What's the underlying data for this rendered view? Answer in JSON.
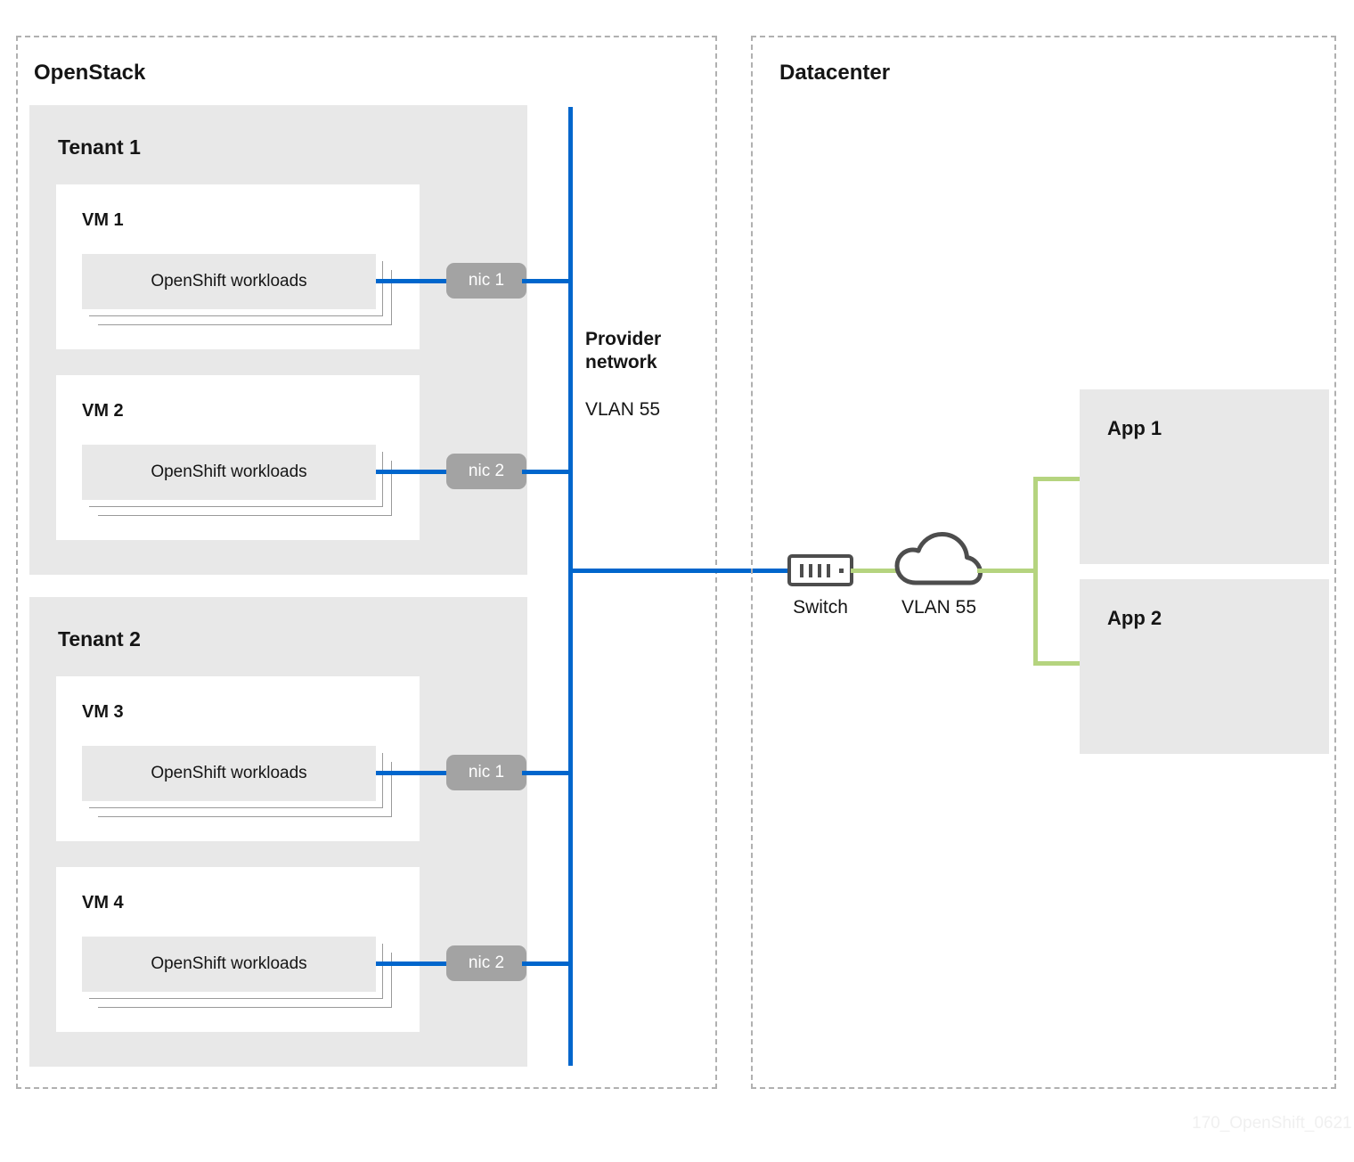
{
  "diagram": {
    "title": "OpenStack provider network with VLAN 55 connecting tenant VMs to datacenter applications",
    "watermark": "170_OpenShift_0621"
  },
  "zones": [
    {
      "id": "openstack",
      "label": "OpenStack"
    },
    {
      "id": "datacenter",
      "label": "Datacenter"
    }
  ],
  "tenants": [
    {
      "label": "Tenant 1",
      "vms": [
        {
          "label": "VM 1",
          "workload": "OpenShift workloads",
          "nic": "nic 1"
        },
        {
          "label": "VM 2",
          "workload": "OpenShift workloads",
          "nic": "nic 2"
        }
      ]
    },
    {
      "label": "Tenant 2",
      "vms": [
        {
          "label": "VM 3",
          "workload": "OpenShift workloads",
          "nic": "nic 1"
        },
        {
          "label": "VM 4",
          "workload": "OpenShift workloads",
          "nic": "nic 2"
        }
      ]
    }
  ],
  "provider_network": {
    "title_line1": "Provider",
    "title_line2": "network",
    "vlan": "VLAN 55"
  },
  "datacenter": {
    "switch_label": "Switch",
    "cloud_label": "VLAN 55",
    "apps": [
      {
        "label": "App 1"
      },
      {
        "label": "App 2"
      }
    ]
  },
  "colors": {
    "network_blue": "#0066cc",
    "link_green": "#b5d47f",
    "box_gray": "#e8e8e8",
    "nic_gray": "#a3a3a3",
    "icon_outline": "#4d4d4d",
    "dashed_border": "#b0b0b0",
    "text": "#151515"
  }
}
